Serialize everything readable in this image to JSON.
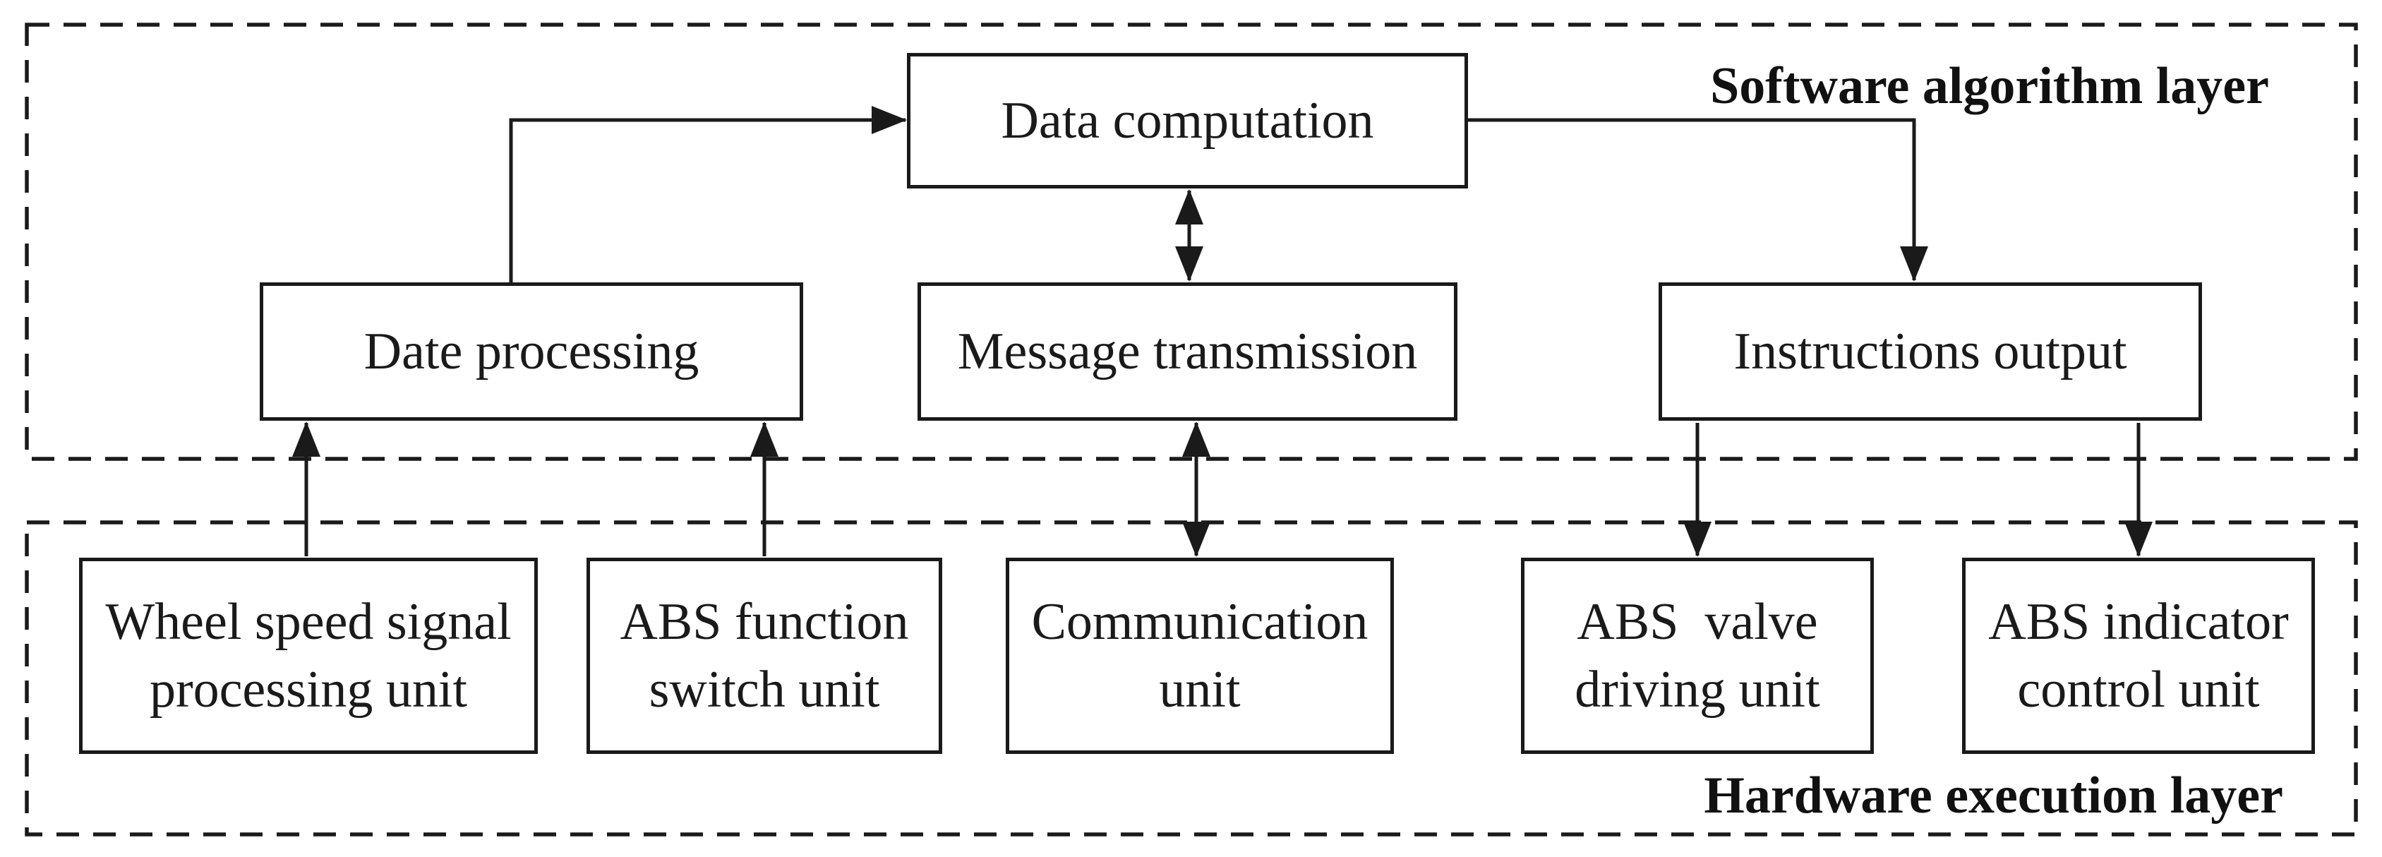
{
  "diagram": {
    "background": "#ffffff",
    "line_color": "#1a1a1a",
    "layers": [
      {
        "id": "software",
        "label": "Software algorithm layer"
      },
      {
        "id": "hardware",
        "label": "Hardware execution layer"
      }
    ],
    "nodes": {
      "data_computation": {
        "label": "Data computation"
      },
      "date_processing": {
        "label": "Date processing"
      },
      "message_transmission": {
        "label": "Message transmission"
      },
      "instructions_output": {
        "label": "Instructions output"
      },
      "wheel_speed_unit": {
        "label": "Wheel speed signal\nprocessing unit"
      },
      "abs_function_unit": {
        "label": "ABS function\nswitch unit"
      },
      "communication_unit": {
        "label": "Communication\nunit"
      },
      "abs_valve_unit": {
        "label": "ABS  valve\ndriving unit"
      },
      "abs_indicator_unit": {
        "label": "ABS indicator\ncontrol unit"
      }
    },
    "edges": [
      {
        "from": "date_processing",
        "to": "data_computation",
        "direction": "one-way"
      },
      {
        "from": "data_computation",
        "to": "message_transmission",
        "direction": "two-way"
      },
      {
        "from": "data_computation",
        "to": "instructions_output",
        "direction": "one-way"
      },
      {
        "from": "wheel_speed_unit",
        "to": "date_processing",
        "direction": "one-way"
      },
      {
        "from": "abs_function_unit",
        "to": "date_processing",
        "direction": "one-way"
      },
      {
        "from": "message_transmission",
        "to": "communication_unit",
        "direction": "two-way"
      },
      {
        "from": "instructions_output",
        "to": "abs_valve_unit",
        "direction": "one-way"
      },
      {
        "from": "instructions_output",
        "to": "abs_indicator_unit",
        "direction": "one-way"
      }
    ]
  }
}
